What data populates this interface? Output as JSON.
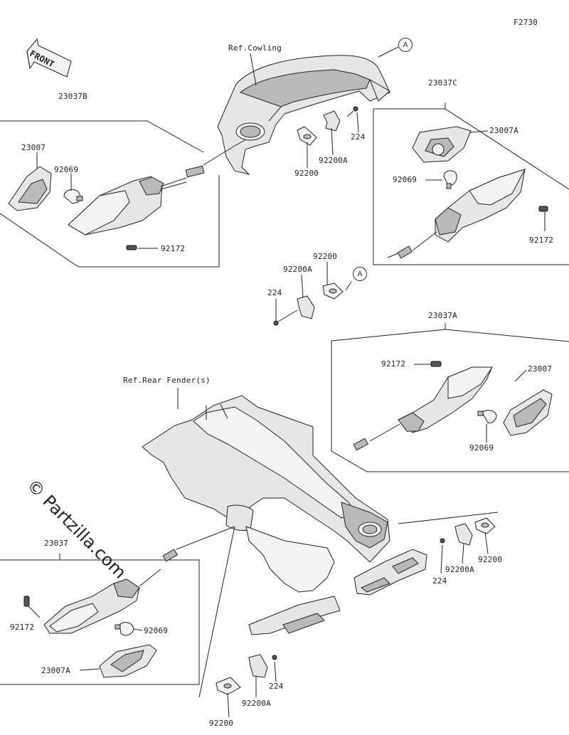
{
  "figure_code": "F2730",
  "watermark": "© Partzilla.com",
  "front_label": "FRONT",
  "references": {
    "cowling": "Ref.Cowling",
    "rear_fender": "Ref.Rear Fender(s)"
  },
  "callout_letter": "A",
  "groups": {
    "front_left": {
      "assembly": "23037B",
      "lens": "23007",
      "bulb": "92069",
      "screw": "92172"
    },
    "front_right": {
      "assembly": "23037C",
      "lens": "23007A",
      "bulb": "92069",
      "screw": "92172"
    },
    "rear_right": {
      "assembly": "23037A",
      "lens": "23007",
      "bulb": "92069",
      "screw": "92172"
    },
    "rear_left": {
      "assembly": "23037",
      "lens": "23007A",
      "bulb": "92069",
      "screw": "92172"
    }
  },
  "mounts": {
    "front_cowl": {
      "bolt": "224",
      "bracket": "92200A",
      "plate": "92200"
    },
    "front_right": {
      "bolt": "224",
      "bracket": "92200A",
      "plate": "92200"
    },
    "rear_right": {
      "bolt": "224",
      "bracket": "92200A",
      "plate": "92200"
    },
    "rear_bottom": {
      "bolt": "224",
      "bracket": "92200A",
      "plate": "92200"
    }
  }
}
